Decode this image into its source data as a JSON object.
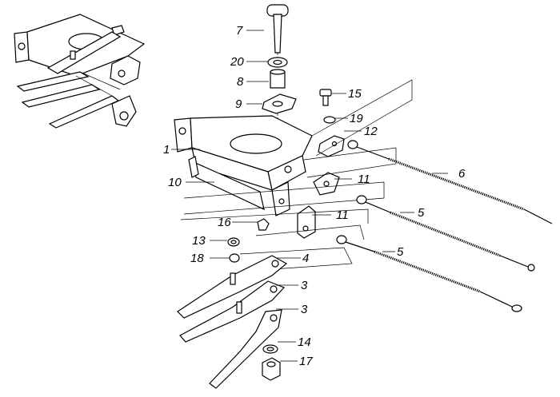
{
  "callouts": [
    {
      "id": "c7",
      "text": "7"
    },
    {
      "id": "c20",
      "text": "20"
    },
    {
      "id": "c8",
      "text": "8"
    },
    {
      "id": "c9",
      "text": "9"
    },
    {
      "id": "c15",
      "text": "15"
    },
    {
      "id": "c19",
      "text": "19"
    },
    {
      "id": "c12",
      "text": "12"
    },
    {
      "id": "c1",
      "text": "1"
    },
    {
      "id": "c6",
      "text": "6"
    },
    {
      "id": "c10",
      "text": "10"
    },
    {
      "id": "c11a",
      "text": "11"
    },
    {
      "id": "c5a",
      "text": "5"
    },
    {
      "id": "c11b",
      "text": "11"
    },
    {
      "id": "c16",
      "text": "16"
    },
    {
      "id": "c13",
      "text": "13"
    },
    {
      "id": "c5b",
      "text": "5"
    },
    {
      "id": "c18",
      "text": "18"
    },
    {
      "id": "c4",
      "text": "4"
    },
    {
      "id": "c3a",
      "text": "3"
    },
    {
      "id": "c3b",
      "text": "3"
    },
    {
      "id": "c14",
      "text": "14"
    },
    {
      "id": "c17",
      "text": "17"
    }
  ]
}
